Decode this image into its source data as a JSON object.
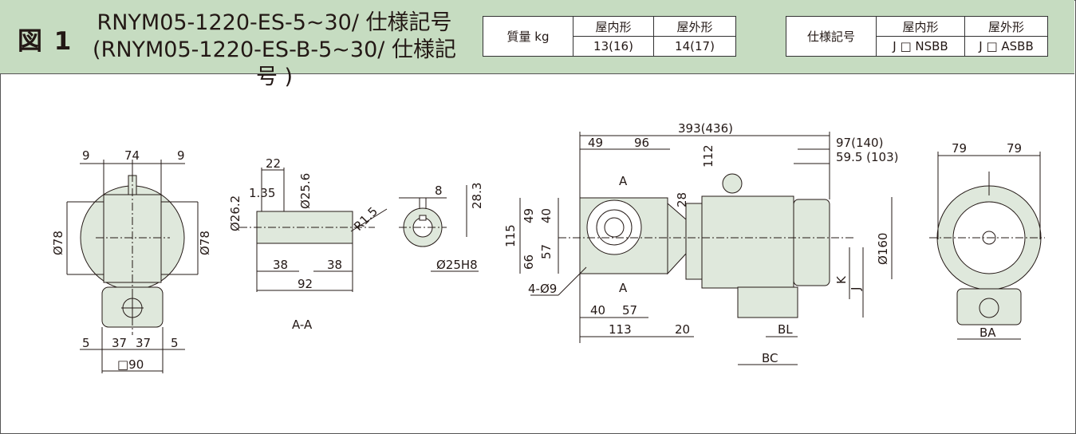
{
  "header": {
    "figure_label": "図 1",
    "title_line1": "RNYM05-1220-ES-5~30/ 仕様記号",
    "title_line2": "(RNYM05-1220-ES-B-5~30/ 仕様記号 )"
  },
  "mass_table": {
    "label": "質量 kg",
    "col1": "屋内形",
    "col2": "屋外形",
    "val1": "13(16)",
    "val2": "14(17)"
  },
  "spec_table": {
    "label": "仕様記号",
    "col1": "屋内形",
    "col2": "屋外形",
    "val1": "J □ NSBB",
    "val2": "J □ ASBB"
  },
  "dims": {
    "front": {
      "d9a": "9",
      "d74": "74",
      "d9b": "9",
      "o78l": "Ø78",
      "o78r": "Ø78",
      "d5a": "5",
      "d37a": "37",
      "d37b": "37",
      "d5b": "5",
      "sq90": "□90"
    },
    "shaft": {
      "d22": "22",
      "d135": "1.35",
      "o256": "Ø25.6",
      "o262": "Ø26.2",
      "r15": "R1.5",
      "d38a": "38",
      "d38b": "38",
      "d92": "92",
      "section": "A-A"
    },
    "bore": {
      "d8": "8",
      "d283": "28.3",
      "o25h8": "Ø25H8"
    },
    "side": {
      "d393": "393(436)",
      "d49": "49",
      "d96": "96",
      "d97": "97(140)",
      "d595": "59.5 (103)",
      "d112": "112",
      "a_top": "A",
      "a_bot": "A",
      "d28": "28",
      "d115": "115",
      "d49v": "49",
      "d40v": "40",
      "d66": "66",
      "d57v": "57",
      "o160": "Ø160",
      "k": "K",
      "j": "J",
      "o9": "4-Ø9",
      "d40": "40",
      "d57": "57",
      "d113": "113",
      "d20": "20",
      "bl": "BL",
      "bc": "BC"
    },
    "rear": {
      "d79a": "79",
      "d79b": "79",
      "ba": "BA"
    }
  }
}
